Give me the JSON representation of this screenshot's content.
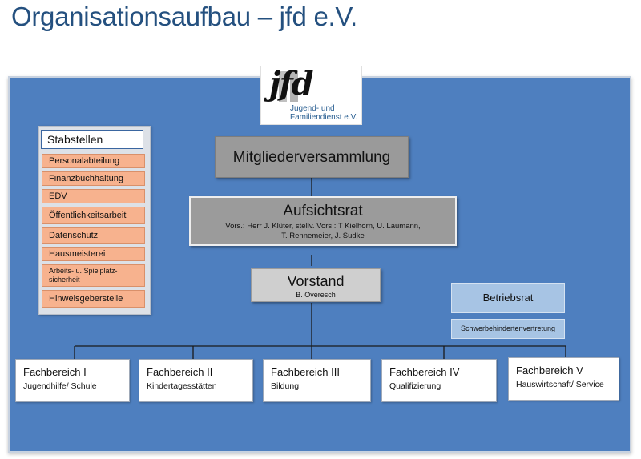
{
  "title": "Organisationsaufbau – jfd e.V.",
  "logo": {
    "mark": "jfd",
    "line1": "Jugend- und",
    "line2": "Familiendienst e.V."
  },
  "mitgliederversammlung": {
    "label": "Mitgliederversammlung"
  },
  "aufsichtsrat": {
    "label": "Aufsichtsrat",
    "line1": "Vors.: Herr J. Klüter, stellv. Vors.: T Kielhorn, U. Laumann,",
    "line2": "T. Rennemeier, J. Sudke"
  },
  "vorstand": {
    "label": "Vorstand",
    "name": "B. Overesch"
  },
  "stabstellen": {
    "header": "Stabstellen",
    "items": [
      "Personalabteilung",
      "Finanzbuchhaltung",
      "EDV",
      "Öffentlichkeitsarbeit",
      "Datenschutz",
      "Hausmeisterei",
      "Arbeits- u. Spielplatz-",
      "sicherheit",
      "Hinweisgeberstelle"
    ]
  },
  "betriebsrat": {
    "label": "Betriebsrat"
  },
  "schwerbehindertenvertretung": {
    "label": "Schwerbehindertenvertretung"
  },
  "fachbereiche": [
    {
      "title": "Fachbereich I",
      "subtitle": "Jugendhilfe/ Schule"
    },
    {
      "title": "Fachbereich II",
      "subtitle": "Kindertagesstätten"
    },
    {
      "title": "Fachbereich III",
      "subtitle": "Bildung"
    },
    {
      "title": "Fachbereich IV",
      "subtitle": "Qualifizierung"
    },
    {
      "title": "Fachbereich V",
      "subtitle": "Hauswirtschaft/ Service"
    }
  ],
  "colors": {
    "panel": "#4e7fbf",
    "title": "#24507f",
    "stab_item": "#f7b28e",
    "betriebsrat": "#a7c4e4",
    "gray_box": "#9a9a9a"
  }
}
